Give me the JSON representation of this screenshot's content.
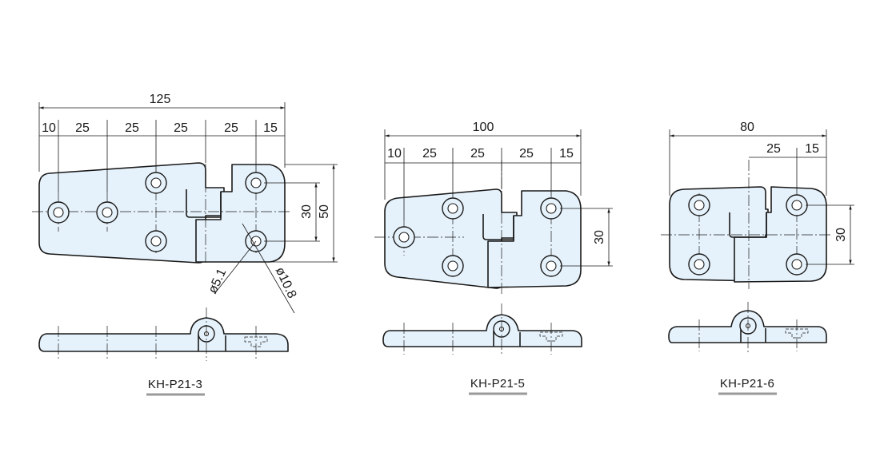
{
  "hinges": [
    {
      "model": "KH-P21-3",
      "overall_width": "125",
      "hole_spacing": [
        "10",
        "25",
        "25",
        "25",
        "25",
        "15"
      ],
      "height": "50",
      "hole_pitch_vertical": "30",
      "hole_dia_small": "ø5.1",
      "hole_dia_large": "ø10.8"
    },
    {
      "model": "KH-P21-5",
      "overall_width": "100",
      "hole_spacing": [
        "10",
        "25",
        "25",
        "25",
        "15"
      ],
      "hole_pitch_vertical": "30"
    },
    {
      "model": "KH-P21-6",
      "overall_width": "80",
      "hole_spacing": [
        "25",
        "15"
      ],
      "hole_pitch_vertical": "30"
    }
  ],
  "colors": {
    "part_fill": "#e6f2fb",
    "line": "#1a1a1a",
    "underline": "#9a9a9a"
  }
}
